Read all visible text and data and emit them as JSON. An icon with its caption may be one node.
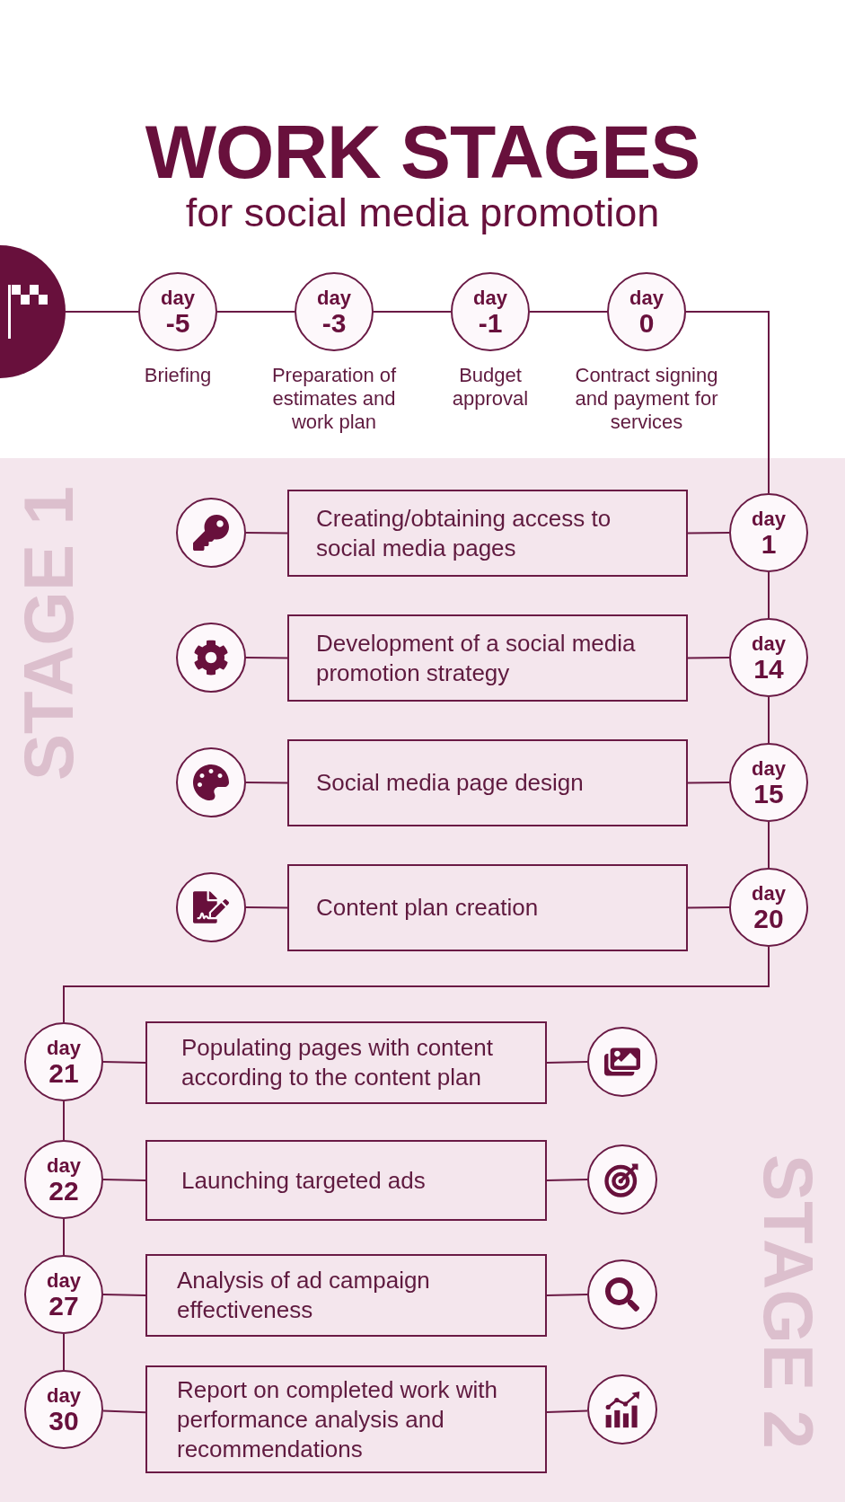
{
  "diagram": {
    "title": "WORK STAGES",
    "nodes": [
      {
        "text": [],
        "shape": "circle"
      },
      {
        "text": [
          "day",
          "-5"
        ],
        "beside": [
          "Briefing"
        ]
      },
      {
        "text": [
          "day",
          "-3"
        ],
        "beside": [
          "Preparation of estimates and work plan"
        ]
      },
      {
        "text": [
          "day",
          "-1"
        ],
        "beside": [
          "Budget approval"
        ]
      },
      {
        "text": [
          "day",
          "0"
        ],
        "beside": [
          "Contract signing and payment for services"
        ]
      },
      {
        "text": [],
        "shape": "circle"
      },
      {
        "text": [
          "Creating/obtaining access to social media pages"
        ]
      },
      {
        "text": [
          "day",
          "1"
        ]
      },
      {
        "text": [],
        "shape": "circle"
      },
      {
        "text": [
          "Development of a social media promotion strategy"
        ]
      },
      {
        "text": [
          "day",
          "14"
        ]
      },
      {
        "text": [],
        "shape": "circle"
      },
      {
        "text": [
          "Social media page design"
        ]
      },
      {
        "text": [
          "day",
          "15"
        ]
      },
      {
        "text": [],
        "shape": "circle"
      },
      {
        "text": [
          "Content plan creation"
        ]
      },
      {
        "text": [
          "day",
          "20"
        ]
      },
      {
        "text": [
          "day",
          "21"
        ]
      },
      {
        "text": [
          "Populating pages with content according to the content plan"
        ]
      },
      {
        "text": [],
        "shape": "circle"
      },
      {
        "text": [
          "day",
          "22"
        ]
      },
      {
        "text": [
          "Launching targeted ads"
        ]
      },
      {
        "text": [],
        "shape": "circle"
      },
      {
        "text": [
          "day",
          "27"
        ]
      },
      {
        "text": [
          "Analysis of ad campaign effectiveness"
        ]
      },
      {
        "text": [],
        "shape": "circle"
      },
      {
        "text": [
          "day",
          "30"
        ]
      },
      {
        "text": [
          "Report on completed work with performance analysis and recommendations"
        ]
      },
      {
        "text": [],
        "shape": "circle"
      }
    ],
    "edges": [
      {
        "from": 0,
        "to": 1,
        "arrow": "none"
      },
      {
        "from": 1,
        "to": 2,
        "arrow": "none"
      },
      {
        "from": 2,
        "to": 3,
        "arrow": "none"
      },
      {
        "from": 3,
        "to": 4,
        "arrow": "none"
      },
      {
        "from": 4,
        "to": 7,
        "arrow": "none"
      },
      {
        "from": 7,
        "to": 6,
        "arrow": "none"
      },
      {
        "from": 6,
        "to": 5,
        "arrow": "none"
      },
      {
        "from": 7,
        "to": 10,
        "arrow": "none"
      },
      {
        "from": 10,
        "to": 9,
        "arrow": "none"
      },
      {
        "from": 9,
        "to": 8,
        "arrow": "none"
      },
      {
        "from": 10,
        "to": 13,
        "arrow": "none"
      },
      {
        "from": 13,
        "to": 12,
        "arrow": "none"
      },
      {
        "from": 12,
        "to": 11,
        "arrow": "none"
      },
      {
        "from": 13,
        "to": 16,
        "arrow": "none"
      },
      {
        "from": 16,
        "to": 15,
        "arrow": "none"
      },
      {
        "from": 15,
        "to": 14,
        "arrow": "none"
      },
      {
        "from": 16,
        "to": 17,
        "arrow": "none"
      },
      {
        "from": 17,
        "to": 18,
        "arrow": "none"
      },
      {
        "from": 18,
        "to": 19,
        "arrow": "none"
      },
      {
        "from": 17,
        "to": 20,
        "arrow": "none"
      },
      {
        "from": 20,
        "to": 21,
        "arrow": "none"
      },
      {
        "from": 21,
        "to": 22,
        "arrow": "none"
      },
      {
        "from": 20,
        "to": 23,
        "arrow": "none"
      },
      {
        "from": 23,
        "to": 24,
        "arrow": "none"
      },
      {
        "from": 24,
        "to": 25,
        "arrow": "none"
      },
      {
        "from": 23,
        "to": 26,
        "arrow": "none"
      },
      {
        "from": 26,
        "to": 27,
        "arrow": "none"
      },
      {
        "from": 27,
        "to": 28,
        "arrow": "none"
      }
    ],
    "labels": [
      "for social media promotion",
      "STAGE 1",
      "STAGE 2"
    ]
  }
}
